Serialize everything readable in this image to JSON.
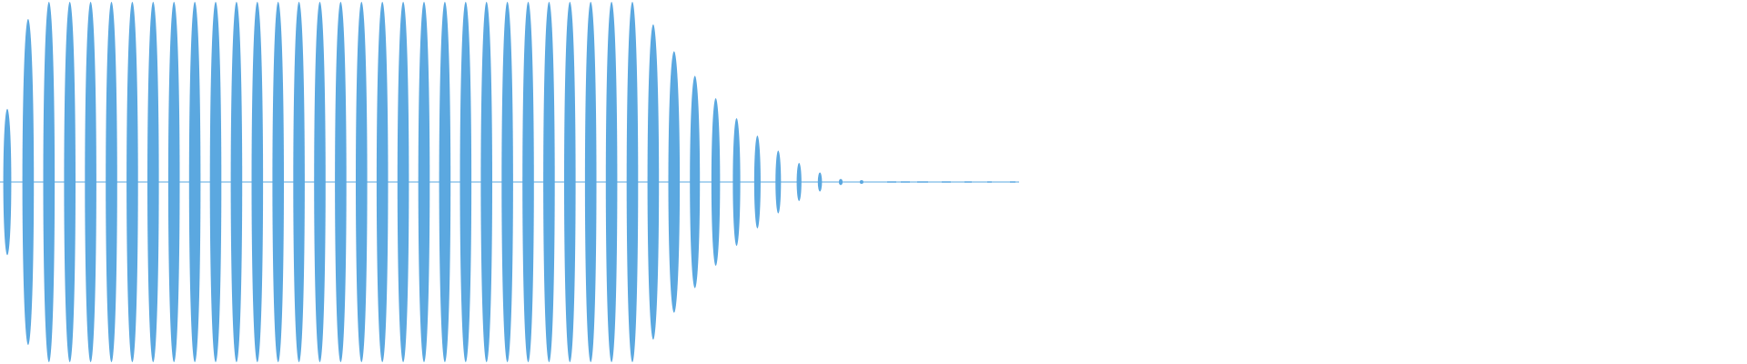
{
  "waveform": {
    "color": "#5ba8e0",
    "background": "#ffffff",
    "envelope": {
      "attack_level": 0.0,
      "sustain_level": 1.0,
      "decay_end_level": 0.0
    },
    "tail_visible": true
  }
}
